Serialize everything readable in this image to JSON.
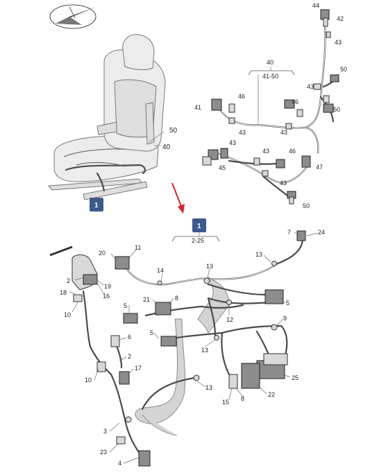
{
  "labels": {
    "upper": {
      "n44": "44",
      "n42": "42",
      "n43a": "43",
      "n40": "40",
      "n41_50": "41-50",
      "n50a": "50",
      "n43b": "43",
      "n46a": "46",
      "n41": "41",
      "n46b": "46",
      "n50b": "50",
      "n43c": "43",
      "n43d": "43",
      "n43e": "43",
      "n43f": "43",
      "n46c": "46",
      "n45": "45",
      "n47": "47",
      "n43g": "43",
      "n50c": "50"
    },
    "seat": {
      "n50": "50",
      "n40": "40",
      "badge": "1"
    },
    "lower": {
      "badge": "1",
      "range": "2-25",
      "n7": "7",
      "n24": "24",
      "n20": "20",
      "n11": "11",
      "n13a": "13",
      "n14": "14",
      "n13b": "13",
      "n2a": "2",
      "n19": "19",
      "n18": "18",
      "n16": "16",
      "n21": "21",
      "n8a": "8",
      "n5a": "5",
      "n5b": "5",
      "n10a": "10",
      "n12": "12",
      "n9": "9",
      "n5c": "5",
      "n6": "6",
      "n13c": "13",
      "n2b": "2",
      "n17": "17",
      "n10b": "10",
      "n25": "25",
      "n13d": "13",
      "n22": "22",
      "n15": "15",
      "n8b": "8",
      "n3": "3",
      "n23": "23",
      "n4": "4"
    }
  },
  "colors": {
    "badge": "#3d5a8f",
    "arrow": "#e0202a"
  },
  "icons": {
    "logo": "compass-logo-icon",
    "arrow": "red-arrow-icon"
  }
}
